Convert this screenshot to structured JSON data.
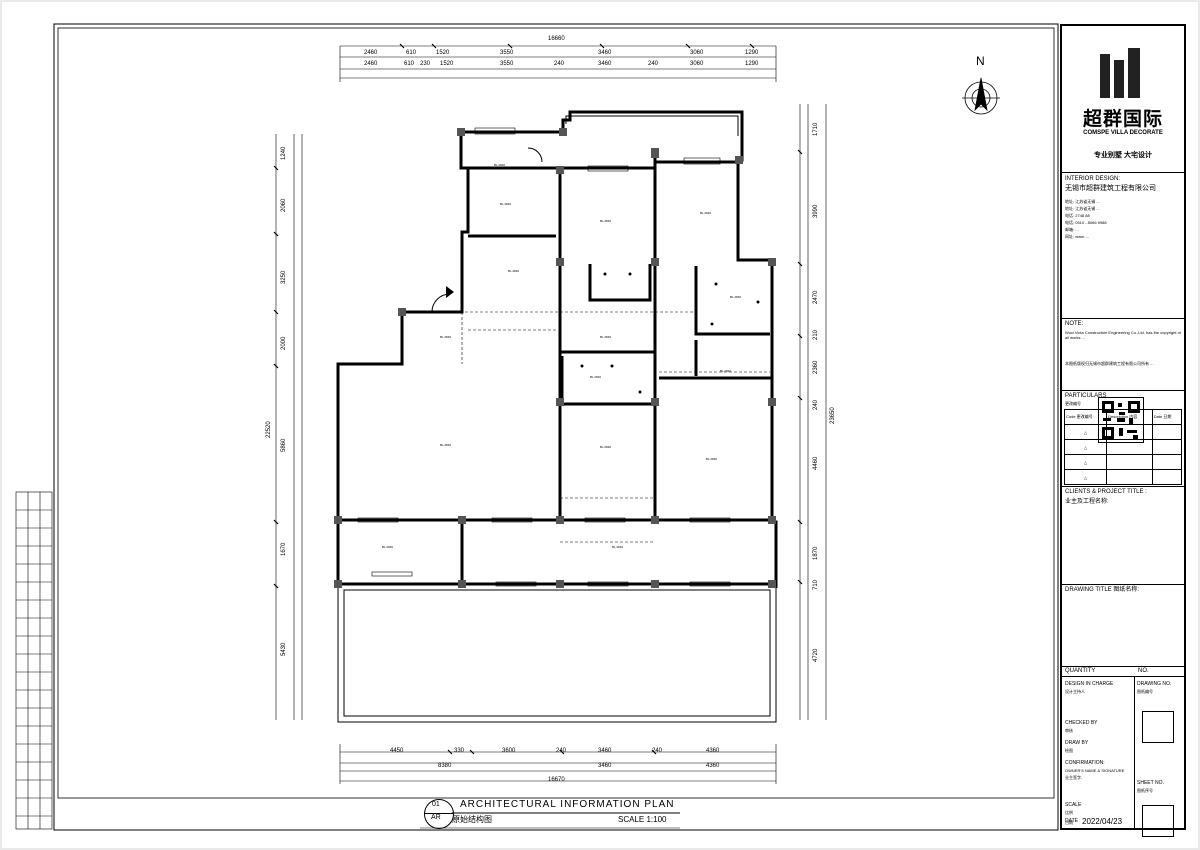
{
  "plan": {
    "title_en": "ARCHITECTURAL INFORMATION PLAN",
    "title_cn": "原始结构图",
    "scale": "SCALE 1:100",
    "ref_no": "01",
    "ref_sheet": "AR",
    "north": "N",
    "top_total": "16660",
    "top_row1": [
      "2460",
      "610",
      "1520",
      "3550",
      "3460",
      "3060",
      "1290"
    ],
    "top_row2": [
      "2460",
      "610",
      "230",
      "1520",
      "3550",
      "240",
      "3460",
      "240",
      "3060",
      "1290"
    ],
    "bottom_total": "16670",
    "bottom_row1": [
      "4450",
      "330",
      "3600",
      "240",
      "3460",
      "240",
      "4360"
    ],
    "bottom_row2": [
      "8380",
      "3460",
      "4360"
    ],
    "left_total": "22520",
    "left_dims": [
      "1240",
      "2060",
      "3250",
      "2000",
      "5860",
      "1670",
      "5430"
    ],
    "right_total": "23650",
    "right_dims": [
      "1710",
      "3990",
      "2470",
      "2360",
      "4460",
      "1870",
      "4720",
      "240",
      "210",
      "710"
    ]
  },
  "titleblock": {
    "brand_cn": "超群国际",
    "brand_en": "COMSPE VILLA DECORATE",
    "slogan": "专业别墅 大宅设计",
    "interior_design_label": "INTERIOR DESIGN:",
    "company": "无锡市超群建筑工程有限公司",
    "contact_lines": [
      "地址: 江苏省无锡 ...",
      "地址: 江苏省无锡 ...",
      "电话: 2748 88",
      "电话: 0510 - 8066 9988",
      "邮箱: ...",
      "网址: www. ..."
    ],
    "note_label": "NOTE:",
    "note_en": "Wuxi Victa Construction Engineering Co.,Ltd. has the copyright of all works ...",
    "note_cn": "本图纸版权归无锡市超群建筑工程有限公司所有 ...",
    "particulars_label": "PARTICULARS",
    "particulars_cn": "更改编号",
    "rev_headers": [
      "Code 更改编号",
      "Description 内容",
      "Date 日期"
    ],
    "client_label": "CLIENTS & PROJECT TITLE :",
    "client_cn": "业主及工程名称:",
    "drawing_title_label": "DRAWING TITLE 图纸名称:",
    "quantity_label": "QUANTITY",
    "no_label": "NO.",
    "design_in_charge": "DESIGN IN CHARGE",
    "design_in_charge_cn": "设计主持人",
    "drawing_no": "DRAWING NO.",
    "drawing_no_cn": "图纸编号",
    "checked_by": "CHECKED BY",
    "checked_by_cn": "审核",
    "draw_by": "DRAW BY",
    "draw_by_cn": "绘图",
    "confirmation": "CONFIRMATION:",
    "owner_sign": "OWNER'S NAME & SIGNATURE",
    "owner_sign_cn": "业主签字:",
    "sheet_no": "SHEET NO.",
    "sheet_no_cn": "图纸序号",
    "scale_label": "SCALE",
    "scale_cn": "比例",
    "date_label": "DATE",
    "date_cn": "日期",
    "date_value": "2022/04/23"
  }
}
